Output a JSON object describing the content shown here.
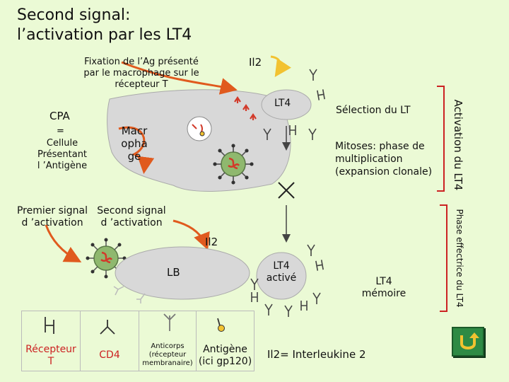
{
  "title": {
    "line1": "Second signal:",
    "line2": "l’activation par les LT4"
  },
  "labels": {
    "fixation": [
      "Fixation de l’Ag présenté",
      "par le macrophage sur le",
      "récepteur T"
    ],
    "il2_top": "Il2",
    "lt4": "LT4",
    "cpa": "CPA",
    "cpa_eq": "=",
    "cpa_def": [
      "Cellule",
      "Présentant",
      "l ’Antigène"
    ],
    "macrophage": [
      "Macr",
      "opha",
      "ge"
    ],
    "selection": "Sélection du LT",
    "mitoses": [
      "Mitoses: phase de",
      "multiplication",
      "(expansion clonale)"
    ],
    "activation_lt4": "Activation du LT4",
    "premier_signal": [
      "Premier signal",
      "d ’activation"
    ],
    "second_signal": [
      "Second signal",
      "d ’activation"
    ],
    "il2_mid": "Il2",
    "lb": "LB",
    "lt4_active": [
      "LT4",
      "activé"
    ],
    "lt4_memoire": [
      "LT4",
      "mémoire"
    ],
    "phase_effectrice": "Phase effectrice du LT4",
    "il2_def": "Il2= Interleukine 2"
  },
  "legend": {
    "recepteur": [
      "Récepteur",
      "T"
    ],
    "cd4": "CD4",
    "anticorps": [
      "Anticorps",
      "(récepteur",
      "membranaire)"
    ],
    "antigene": [
      "Antigène",
      "(ici gp120)"
    ]
  },
  "colors": {
    "background": "#ebfad5",
    "cell_gray": "#d8d8d8",
    "arrow_orange": "#e05a1e",
    "arrow_yellow": "#f2c230",
    "antigen_red": "#d23a2a",
    "virus_green": "#8fb86e",
    "bracket_red": "#cc2222",
    "nav_green": "#2e8a44"
  },
  "icons": [
    "receptor-t-icon",
    "cd4-icon",
    "antibody-icon",
    "antigen-icon",
    "virus-icon",
    "u-turn-icon"
  ]
}
